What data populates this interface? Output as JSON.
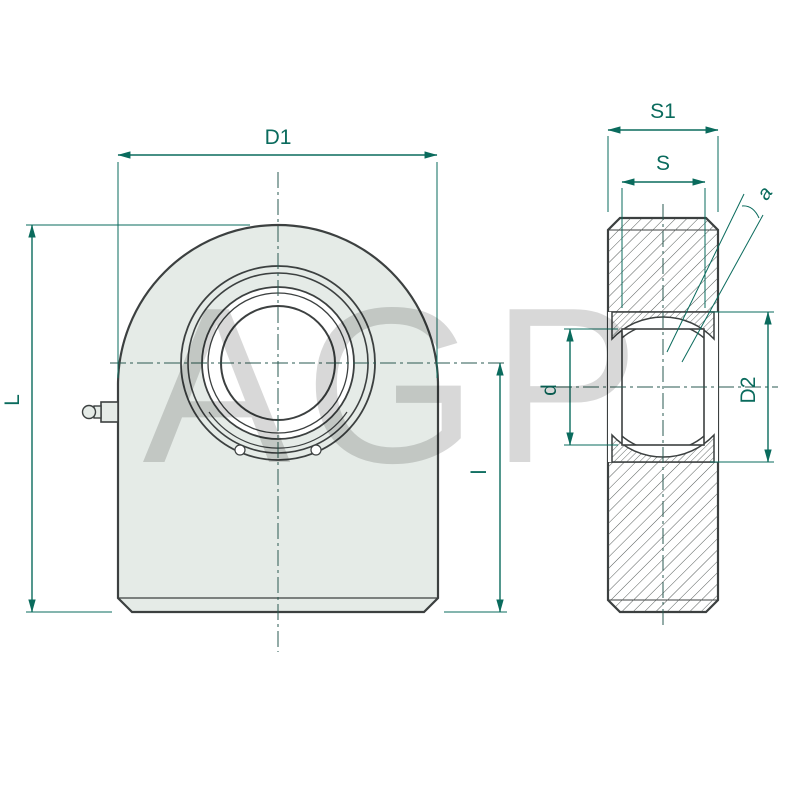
{
  "drawing": {
    "title": "rod-end-bearing-technical-drawing",
    "watermark": "AGP",
    "front_view": {
      "label_d1": "D1",
      "label_length": "L",
      "label_lower_length": "l"
    },
    "side_view": {
      "label_s1": "S1",
      "label_s": "S",
      "label_angle": "a",
      "label_bore": "d",
      "label_d2": "D2"
    },
    "colors": {
      "dimension": "#0a6b5d",
      "outline": "#3c4040",
      "body_fill": "#e5ebe7",
      "centerline": "#2a5a50",
      "watermark": "#8a8f8e"
    }
  }
}
